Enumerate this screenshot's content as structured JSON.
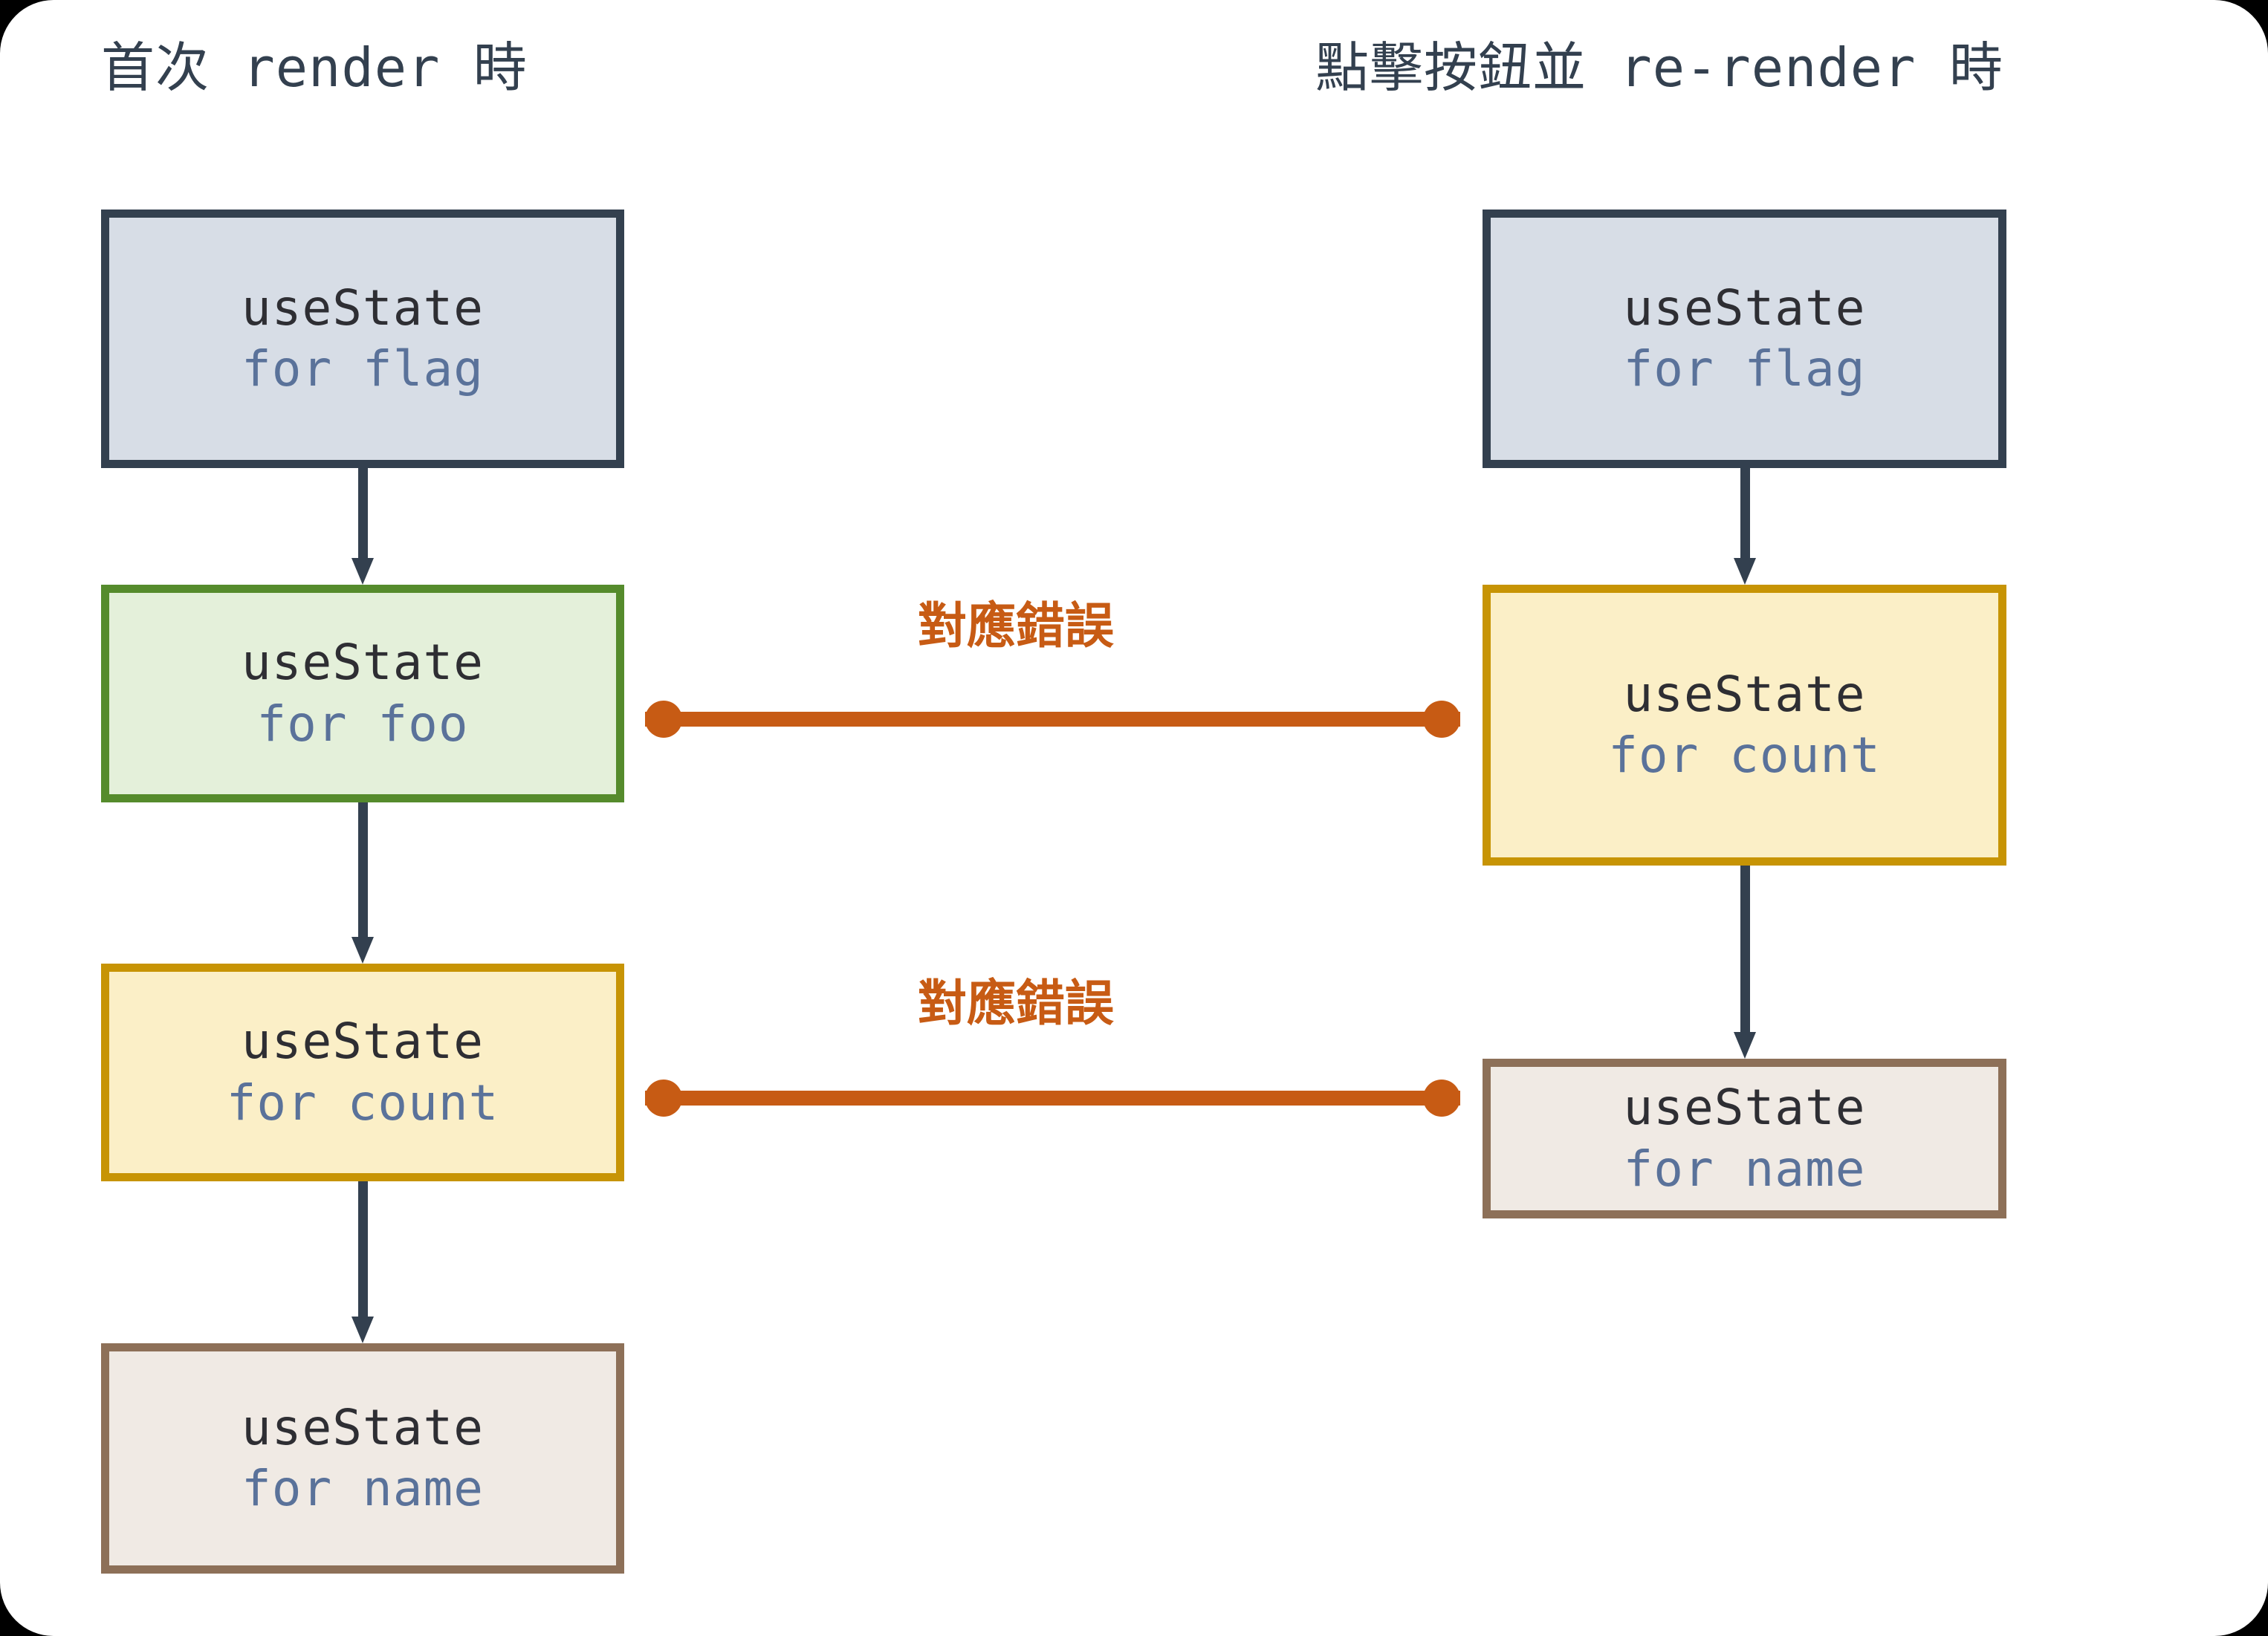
{
  "diagram": {
    "title_left": "首次 render 時",
    "title_right": "點擊按鈕並 re-render 時",
    "colors": {
      "background": "#ffffff",
      "outside": "#000000",
      "text_dark": "#33404f",
      "hook_name_text": "#2e2e33",
      "hook_target_text": "#5a729a",
      "accent_orange": "#c75b14",
      "flag_fill": "#d7dde6",
      "flag_border": "#33404f",
      "foo_fill": "#e4f0da",
      "foo_border": "#558b2c",
      "count_fill": "#fbefc7",
      "count_border": "#c79405",
      "name_fill": "#f0eae4",
      "name_border": "#8d7058"
    },
    "left_column": [
      {
        "hook": "useState",
        "target": "for flag",
        "variant": "flag"
      },
      {
        "hook": "useState",
        "target": "for foo",
        "variant": "foo"
      },
      {
        "hook": "useState",
        "target": "for count",
        "variant": "count"
      },
      {
        "hook": "useState",
        "target": "for name",
        "variant": "name"
      }
    ],
    "right_column": [
      {
        "hook": "useState",
        "target": "for flag",
        "variant": "flag"
      },
      {
        "hook": "useState",
        "target": "for count",
        "variant": "count"
      },
      {
        "hook": "useState",
        "target": "for name",
        "variant": "name"
      }
    ],
    "connectors": [
      {
        "label": "對應錯誤",
        "from": "for foo",
        "to": "for count"
      },
      {
        "label": "對應錯誤",
        "from": "for count",
        "to": "for name"
      }
    ]
  }
}
